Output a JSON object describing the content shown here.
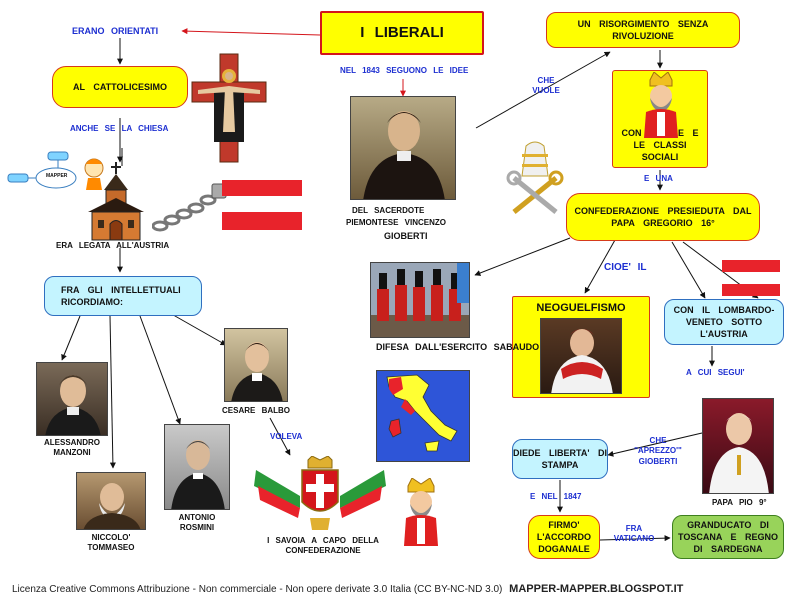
{
  "title": "I   LIBERALI",
  "nodes": {
    "cattolicesimo": "AL   CATTOLICESIMO",
    "intellettuali": "FRA  GLI  INTELLETTUALI RICORDIAMO:",
    "risorgimento": "UN  RISORGIMENTO  SENZA RIVOLUZIONE",
    "re_classi": "CON  UN  RE  E  LE CLASSI  SOCIALI",
    "confederazione": "CONFEDERAZIONE PRESIEDUTA  DAL  PAPA GREGORIO  16°",
    "neoguelfismo": "NEOGUELFISMO",
    "lombardo": "CON  IL LOMBARDO-VENETO SOTTO  L'AUSTRIA",
    "liberta": "DIEDE  LIBERTA' DI  STAMPA",
    "firmo": "FIRMO' L'ACCORDO DOGANALE",
    "granducato": "GRANDUCATO  DI TOSCANA  E  REGNO DI  SARDEGNA"
  },
  "labels": {
    "erano_orientati": "ERANO   ORIENTATI",
    "nel_1843": "NEL  1843  SEGUONO  LE  IDEE",
    "anche_chiesa": "ANCHE  SE LA  CHIESA",
    "legata": "ERA  LEGATA  ALL'AUSTRIA",
    "che_vuole": "CHE VUOLE",
    "e_una": "E  UNA",
    "cioe_il": "CIOE'  IL",
    "a_cui_segui": "A  CUI  SEGUI'",
    "che_apprezzo": "CHE \"APREZZO'\" GIOBERTI",
    "e_nel_1847": "E  NEL  1847",
    "fra_vaticano": "FRA VATICANO",
    "voleva": "VOLEVA",
    "gioberti_cap1": "DEL   SACERDOTE",
    "gioberti_cap2": "PIEMONTESE   VINCENZO",
    "gioberti_cap3": "GIOBERTI",
    "difesa": "DIFESA  DALL'ESERCITO SABAUDO",
    "manzoni": "ALESSANDRO MANZONI",
    "tommaseo": "NICCOLO' TOMMASEO",
    "rosmini": "ANTONIO ROSMINI",
    "balbo": "CESARE  BALBO",
    "savoia": "I  SAVOIA  A  CAPO  DELLA CONFEDERAZIONE",
    "papa_pio": "PAPA  PIO  9°",
    "mapper_badge": "MAPPER"
  },
  "footer": {
    "license": "Licenza Creative Commons Attribuzione - Non commerciale - Non opere derivate 3.0 Italia (CC BY-NC-ND 3.0)",
    "site": "MAPPER-MAPPER.BLOGSPOT.IT"
  },
  "colors": {
    "node_yellow": "#ffff00",
    "node_cyan": "#c4f4ff",
    "node_green": "#98d35a",
    "label_blue": "#1d2fd1",
    "label_red": "#d4151b",
    "austria_red": "#e8232b"
  },
  "icons": [
    "crucifix-icon",
    "church-icon",
    "chain-icon",
    "austria-flag-icon",
    "papal-keys-icon",
    "king-icon",
    "savoy-crest-icon",
    "italy-map-icon",
    "mapper-logo-icon"
  ]
}
